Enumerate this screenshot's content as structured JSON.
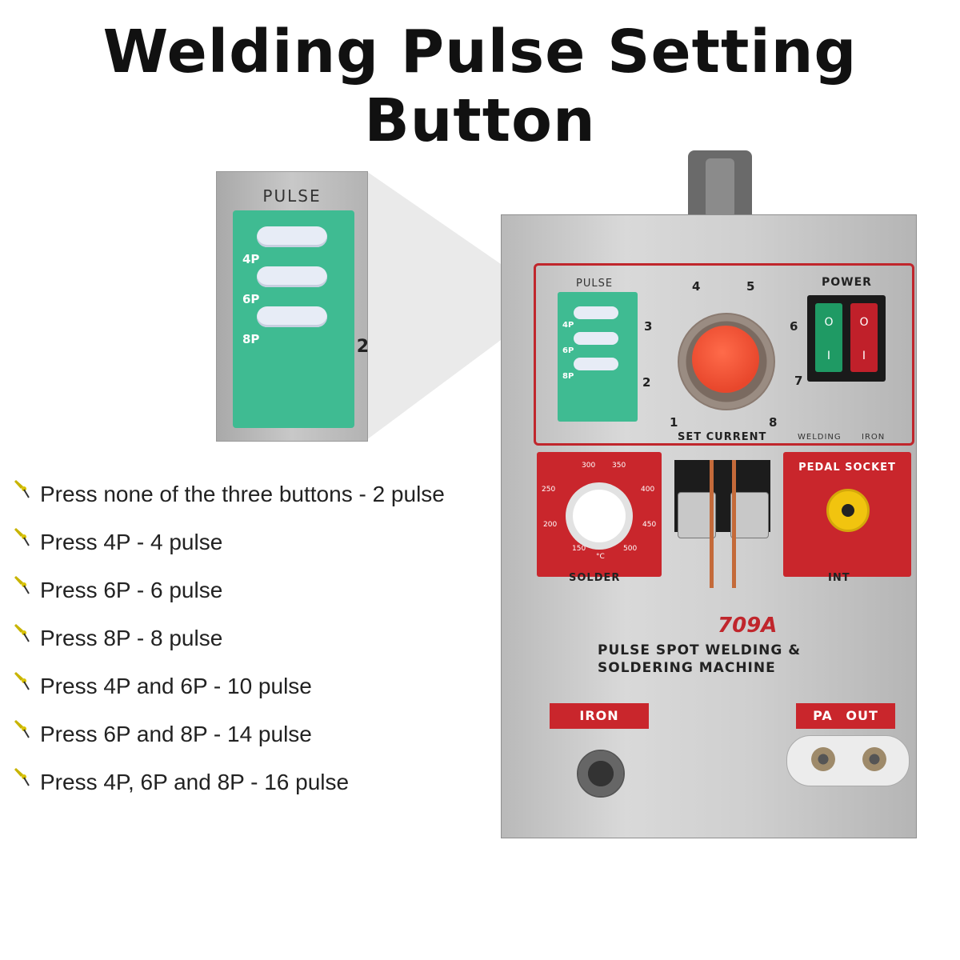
{
  "title": "Welding Pulse Setting Button",
  "zoom": {
    "label": "PULSE",
    "buttons": [
      "4P",
      "6P",
      "8P"
    ],
    "side_mark": "2"
  },
  "machine": {
    "pulse_label": "PULSE",
    "pulse_buttons": [
      "4P",
      "6P",
      "8P"
    ],
    "dial_numbers": [
      "1",
      "2",
      "3",
      "4",
      "5",
      "6",
      "7",
      "8"
    ],
    "set_current_label": "SET CURRENT",
    "power_label": "POWER",
    "switch_marks": {
      "on": "O",
      "off": "I"
    },
    "welding_label": "WELDING",
    "iron_switch_label": "IRON",
    "solder_label": "SOLDER",
    "solder_ticks": [
      "150",
      "200",
      "250",
      "300",
      "350",
      "400",
      "450",
      "500",
      "°C"
    ],
    "pedal_label": "PEDAL SOCKET",
    "int_label": "INT",
    "model": "709A",
    "model_line1": "PULSE SPOT WELDING &",
    "model_line2": "SOLDERING MACHINE",
    "iron_tag": "IRON",
    "paout_tag": "PA  OUT"
  },
  "instructions": [
    "Press none of the three buttons - 2 pulse",
    "Press 4P - 4 pulse",
    "Press 6P - 6 pulse",
    "Press 8P - 8 pulse",
    "Press 4P and 6P - 10 pulse",
    "Press 6P and 8P - 14 pulse",
    "Press 4P, 6P and 8P - 16 pulse"
  ],
  "colors": {
    "accent_red": "#c9262c",
    "panel_green": "#3fbb92",
    "knob_orange": "#e8472c",
    "switch_green": "#1f9a64",
    "switch_red": "#c0202a",
    "socket_yellow": "#f1c40f"
  }
}
